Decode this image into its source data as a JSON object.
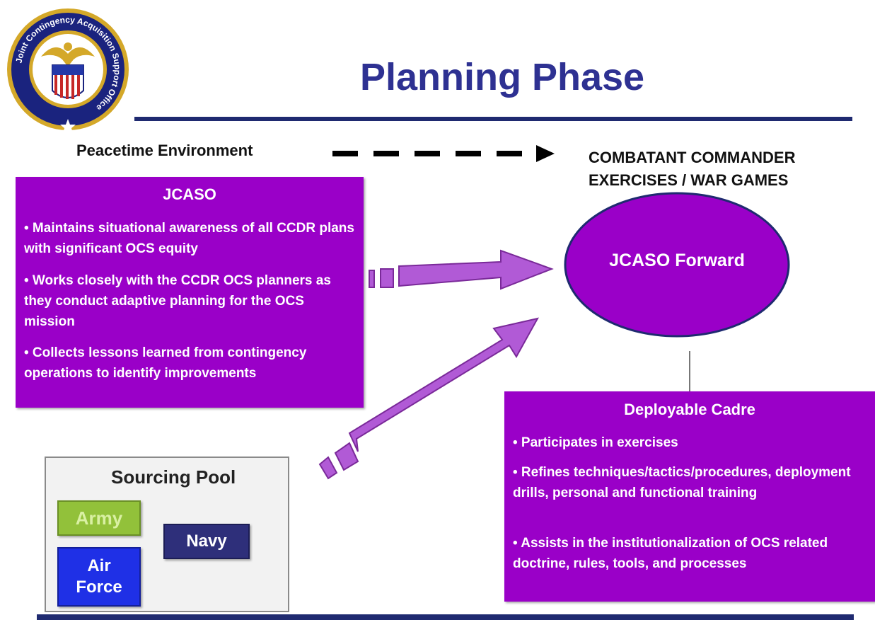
{
  "slide": {
    "title": "Planning Phase"
  },
  "seal": {
    "ring_text": "Joint Contingency Acquisition Support Office",
    "colors": {
      "ring": "#1a237e",
      "field": "#2438a8",
      "gold": "#d4a829"
    }
  },
  "timeline": {
    "from": "Peacetime Environment",
    "to_line1": "COMBATANT COMMANDER",
    "to_line2": "EXERCISES / WAR GAMES"
  },
  "jcaso": {
    "title": "JCASO",
    "bullets": [
      "• Maintains situational awareness of all CCDR plans with significant OCS equity",
      "• Works closely with the CCDR OCS planners as they conduct adaptive planning for the OCS mission",
      "• Collects lessons learned from contingency operations to identify improvements"
    ]
  },
  "forward": {
    "label": "JCASO Forward"
  },
  "cadre": {
    "title": "Deployable Cadre",
    "bullets": [
      "• Participates in exercises",
      "• Refines techniques/tactics/procedures, deployment drills, personal and functional training",
      "• Assists in the institutionalization of OCS related doctrine, rules, tools, and processes"
    ]
  },
  "pool": {
    "title": "Sourcing Pool",
    "army": "Army",
    "navy": "Navy",
    "air_force": "Air Force"
  },
  "colors": {
    "purple": "#9a00c8",
    "arrow": "#b15ad6",
    "title_blue": "#2e3192"
  }
}
